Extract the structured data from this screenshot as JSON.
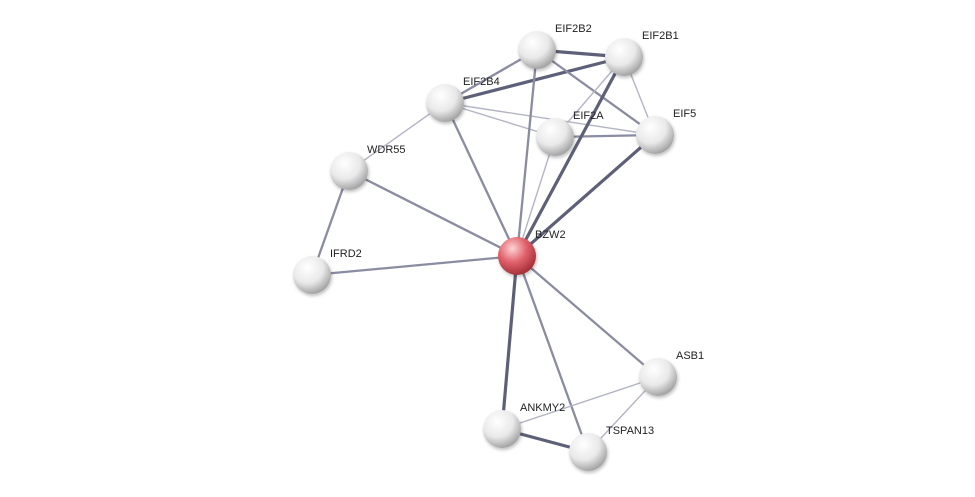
{
  "network": {
    "query_node": "BZW2",
    "nodes": [
      {
        "id": "BZW2",
        "label": "BZW2",
        "query": true
      },
      {
        "id": "EIF2B2",
        "label": "EIF2B2"
      },
      {
        "id": "EIF2B1",
        "label": "EIF2B1"
      },
      {
        "id": "EIF2B4",
        "label": "EIF2B4"
      },
      {
        "id": "EIF2A",
        "label": "EIF2A"
      },
      {
        "id": "EIF5",
        "label": "EIF5"
      },
      {
        "id": "WDR55",
        "label": "WDR55"
      },
      {
        "id": "IFRD2",
        "label": "IFRD2"
      },
      {
        "id": "ASB1",
        "label": "ASB1"
      },
      {
        "id": "ANKMY2",
        "label": "ANKMY2"
      },
      {
        "id": "TSPAN13",
        "label": "TSPAN13"
      }
    ],
    "edges": [
      {
        "source": "EIF2B2",
        "target": "EIF2B1",
        "strength": "strong"
      },
      {
        "source": "EIF2B4",
        "target": "EIF2B1",
        "strength": "strong"
      },
      {
        "source": "EIF2B4",
        "target": "EIF2B2",
        "strength": "medium"
      },
      {
        "source": "EIF2B2",
        "target": "EIF5",
        "strength": "medium"
      },
      {
        "source": "EIF2B1",
        "target": "EIF5",
        "strength": "weak"
      },
      {
        "source": "EIF2B1",
        "target": "EIF2A",
        "strength": "weak"
      },
      {
        "source": "EIF2B4",
        "target": "EIF5",
        "strength": "weak"
      },
      {
        "source": "EIF2B4",
        "target": "EIF2A",
        "strength": "weak"
      },
      {
        "source": "EIF2A",
        "target": "EIF5",
        "strength": "medium"
      },
      {
        "source": "EIF2B4",
        "target": "WDR55",
        "strength": "weak"
      },
      {
        "source": "BZW2",
        "target": "EIF2B1",
        "strength": "strong"
      },
      {
        "source": "BZW2",
        "target": "EIF5",
        "strength": "strong"
      },
      {
        "source": "BZW2",
        "target": "EIF2B2",
        "strength": "medium"
      },
      {
        "source": "BZW2",
        "target": "EIF2B4",
        "strength": "medium"
      },
      {
        "source": "BZW2",
        "target": "EIF2A",
        "strength": "weak"
      },
      {
        "source": "BZW2",
        "target": "WDR55",
        "strength": "medium"
      },
      {
        "source": "BZW2",
        "target": "IFRD2",
        "strength": "medium"
      },
      {
        "source": "WDR55",
        "target": "IFRD2",
        "strength": "medium"
      },
      {
        "source": "BZW2",
        "target": "ASB1",
        "strength": "medium"
      },
      {
        "source": "BZW2",
        "target": "ANKMY2",
        "strength": "strong"
      },
      {
        "source": "BZW2",
        "target": "TSPAN13",
        "strength": "medium"
      },
      {
        "source": "ANKMY2",
        "target": "TSPAN13",
        "strength": "strong"
      },
      {
        "source": "ANKMY2",
        "target": "ASB1",
        "strength": "weak"
      },
      {
        "source": "TSPAN13",
        "target": "ASB1",
        "strength": "weak"
      }
    ],
    "colors": {
      "query_node": "#d9434c",
      "node": "#e6e6e6",
      "edge_strong": "#5e6078",
      "edge_medium": "#8a8ca0",
      "edge_weak": "#b4b5c4"
    }
  }
}
